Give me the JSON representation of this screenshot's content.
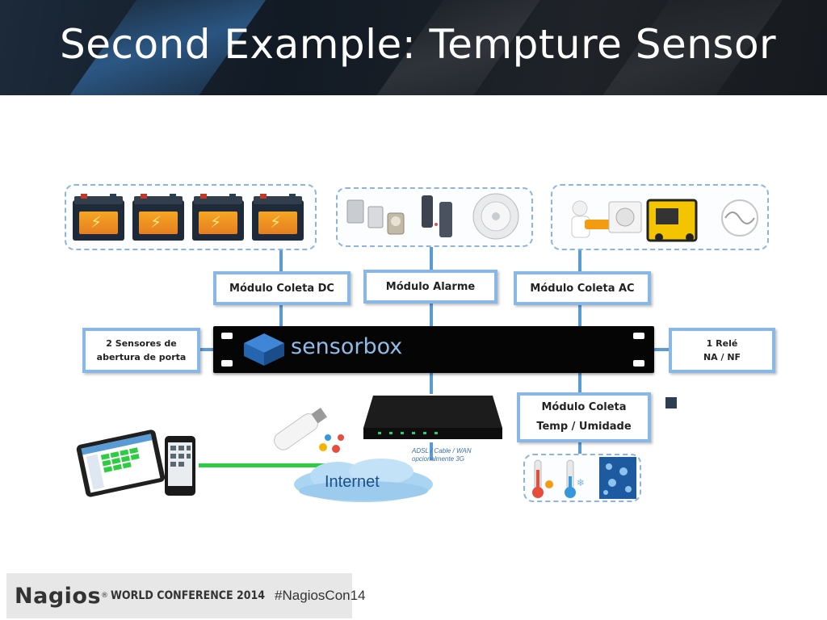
{
  "slide": {
    "title": "Second Example: Tempture Sensor"
  },
  "diagram": {
    "modules": {
      "coleta_dc": "Módulo Coleta DC",
      "alarme": "Módulo Alarme",
      "coleta_ac": "Módulo Coleta AC",
      "sensores_line1": "2 Sensores de",
      "sensores_line2": "abertura de porta",
      "rele_line1": "1 Relé",
      "rele_line2": "NA / NF",
      "temp_line1": "Módulo Coleta",
      "temp_line2": "Temp / Umidade"
    },
    "device_brand": "sensorbox",
    "router_note_line1": "ADSL / Cable / WAN",
    "router_note_line2": "opcionalmente 3G",
    "internet_label": "Internet"
  },
  "footer": {
    "brand": "Nagios",
    "registered": "®",
    "conference": "WORLD CONFERENCE 2014",
    "hashtag": "#NagiosCon14"
  },
  "colors": {
    "accent": "#5b9bd5",
    "module_border": "#8ab8e6",
    "link_green": "#2ecc40",
    "header_bg": "#161c24"
  }
}
